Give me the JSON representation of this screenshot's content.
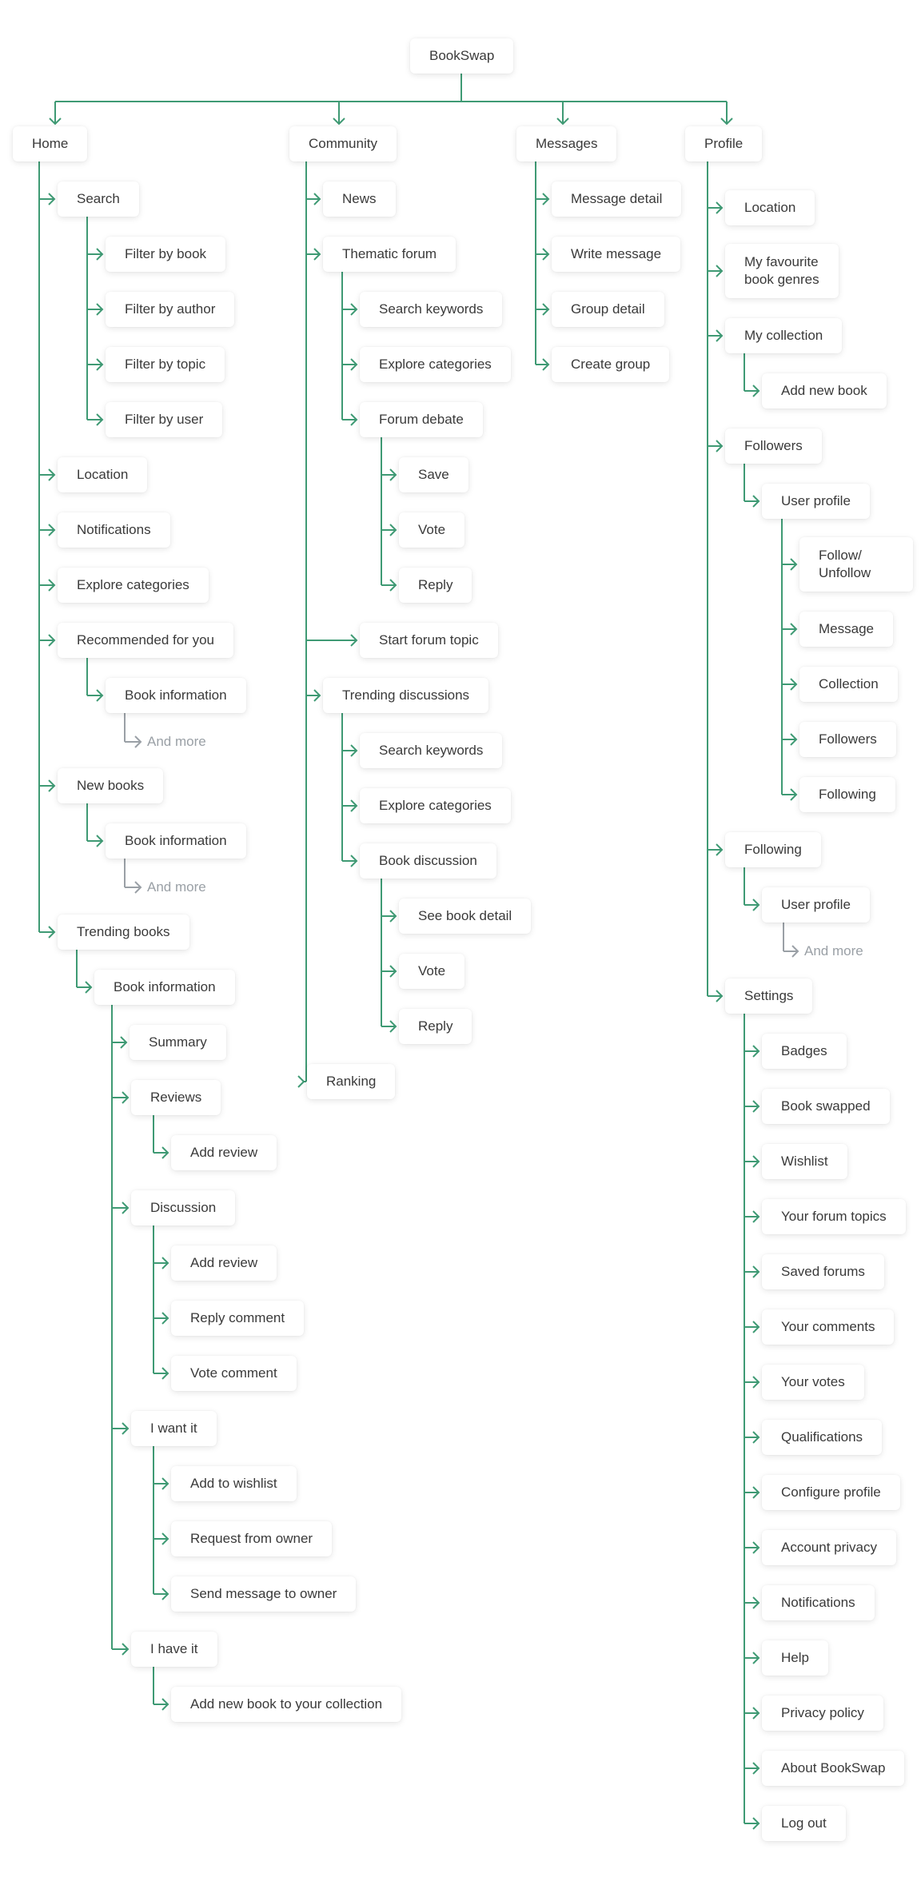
{
  "diagram": {
    "title": "BookSwap",
    "colors": {
      "line": "#3f9a74",
      "muted_line": "#9aa0a6",
      "text": "#3a3a3a",
      "muted_text": "#9aa0a6"
    },
    "home": {
      "label": "Home",
      "search": "Search",
      "filter_by_book": "Filter by book",
      "filter_by_author": "Filter by author",
      "filter_by_topic": "Filter by topic",
      "filter_by_user": "Filter by user",
      "location": "Location",
      "notifications": "Notifications",
      "explore_categories": "Explore categories",
      "recommended_for_you": "Recommended for you",
      "recommended_book_information": "Book information",
      "recommended_and_more": "And more",
      "new_books": "New books",
      "new_books_book_information": "Book information",
      "new_books_and_more": "And more",
      "trending_books": "Trending books",
      "trending_book_information": "Book information",
      "summary": "Summary",
      "reviews": "Reviews",
      "reviews_add_review": "Add review",
      "discussion": "Discussion",
      "discussion_add_review": "Add review",
      "reply_comment": "Reply comment",
      "vote_comment": "Vote comment",
      "i_want_it": "I want it",
      "add_to_wishlist": "Add to wishlist",
      "request_from_owner": "Request from owner",
      "send_message_to_owner": "Send message to owner",
      "i_have_it": "I have it",
      "add_new_book_to_collection": "Add new book to your collection"
    },
    "community": {
      "label": "Community",
      "news": "News",
      "thematic_forum": "Thematic forum",
      "forum_search_keywords": "Search keywords",
      "forum_explore_categories": "Explore categories",
      "forum_debate": "Forum debate",
      "debate_save": "Save",
      "debate_vote": "Vote",
      "debate_reply": "Reply",
      "start_forum_topic": "Start forum topic",
      "trending_discussions": "Trending discussions",
      "trending_search_keywords": "Search keywords",
      "trending_explore_categories": "Explore categories",
      "book_discussion": "Book discussion",
      "see_book_detail": "See book detail",
      "book_discussion_vote": "Vote",
      "book_discussion_reply": "Reply",
      "ranking": "Ranking"
    },
    "messages": {
      "label": "Messages",
      "message_detail": "Message detail",
      "write_message": "Write message",
      "group_detail": "Group detail",
      "create_group": "Create group"
    },
    "profile": {
      "label": "Profile",
      "location": "Location",
      "favourite_genres": "My favourite book genres",
      "my_collection": "My collection",
      "add_new_book": "Add new book",
      "followers": "Followers",
      "followers_user_profile": "User profile",
      "follow_unfollow": "Follow/ Unfollow",
      "message": "Message",
      "collection": "Collection",
      "followers_sub": "Followers",
      "following_sub": "Following",
      "following": "Following",
      "following_user_profile": "User profile",
      "following_and_more": "And more",
      "settings": "Settings",
      "badges": "Badges",
      "book_swapped": "Book swapped",
      "wishlist": "Wishlist",
      "your_forum_topics": "Your forum topics",
      "saved_forums": "Saved forums",
      "your_comments": "Your comments",
      "your_votes": "Your votes",
      "qualifications": "Qualifications",
      "configure_profile": "Configure profile",
      "account_privacy": "Account privacy",
      "notifications": "Notifications",
      "help": "Help",
      "privacy_policy": "Privacy policy",
      "about_bookswap": "About BookSwap",
      "log_out": "Log out"
    }
  }
}
